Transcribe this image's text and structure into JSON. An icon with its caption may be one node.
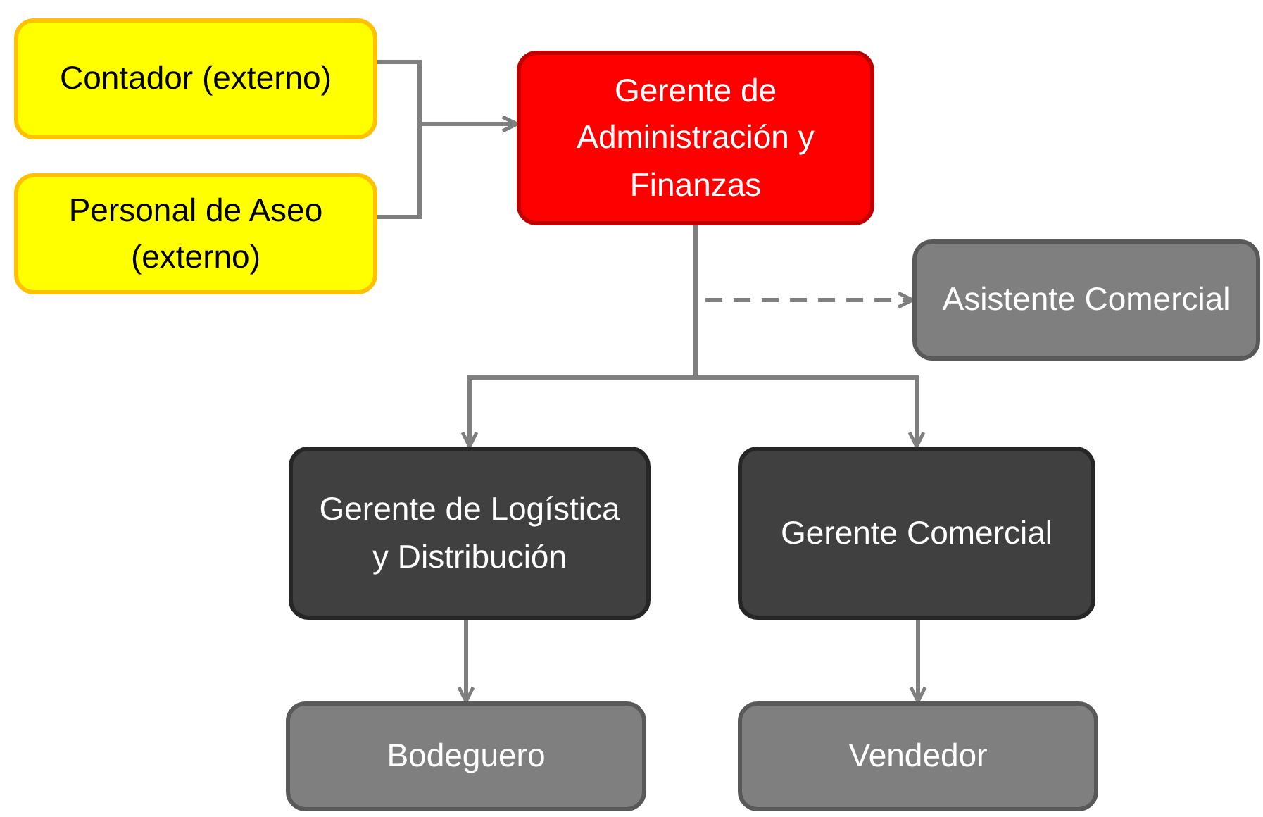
{
  "diagram": {
    "nodes": [
      {
        "text": [
          "Contador (externo)"
        ]
      },
      {
        "text": [
          "Personal de Aseo (externo)"
        ]
      },
      {
        "text": [
          "Gerente de Administración y Finanzas"
        ]
      },
      {
        "text": [
          "Asistente Comercial"
        ]
      },
      {
        "text": [
          "Gerente de Logística y Distribución"
        ]
      },
      {
        "text": [
          "Gerente Comercial"
        ]
      },
      {
        "text": [
          "Bodeguero"
        ]
      },
      {
        "text": [
          "Vendedor"
        ]
      }
    ],
    "edges": [
      {
        "from": 0,
        "to": 2,
        "arrow": "to"
      },
      {
        "from": 1,
        "to": 2,
        "arrow": "to"
      },
      {
        "from": 2,
        "to": 3,
        "arrow": "to",
        "style": "dashed"
      },
      {
        "from": 2,
        "to": 4,
        "arrow": "to"
      },
      {
        "from": 2,
        "to": 5,
        "arrow": "to"
      },
      {
        "from": 4,
        "to": 6,
        "arrow": "to"
      },
      {
        "from": 5,
        "to": 7,
        "arrow": "to"
      }
    ]
  }
}
